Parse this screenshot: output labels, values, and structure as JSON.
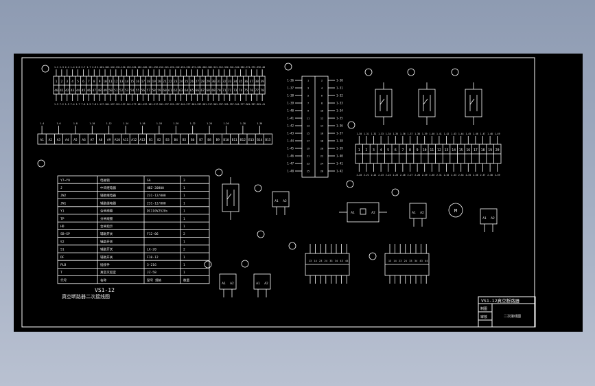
{
  "colors": {
    "background_top": "#8e9bb2",
    "background_bottom": "#b9c1d1",
    "sheet": "#000000",
    "line": "#ffffff"
  },
  "drawing": {
    "model": "VS1-12",
    "title": "真空断路器二次接线图"
  },
  "terminal_top": {
    "row1": [
      "1",
      "2",
      "3",
      "4",
      "5",
      "6",
      "7",
      "8",
      "9",
      "10",
      "11",
      "12",
      "13",
      "14",
      "15",
      "16",
      "17",
      "18",
      "19",
      "20",
      "21",
      "22",
      "23",
      "24",
      "25",
      "26",
      "27",
      "28",
      "29",
      "30",
      "31",
      "32",
      "33",
      "34",
      "35",
      "36",
      "37",
      "38",
      "39"
    ],
    "row2": [
      "40",
      "41",
      "42",
      "43",
      "44",
      "45",
      "46",
      "47",
      "48",
      "49",
      "50",
      "51",
      "52",
      "53",
      "54",
      "55",
      "56",
      "57",
      "58",
      "59",
      "60",
      "61",
      "62",
      "63",
      "64",
      "65",
      "66",
      "67",
      "68",
      "69",
      "70",
      "71",
      "72",
      "73",
      "74",
      "75",
      "76",
      "77",
      "78"
    ]
  },
  "terminal_mid": [
    "A1",
    "A2",
    "A3",
    "A4",
    "A5",
    "A6",
    "A7",
    "A8",
    "A9",
    "A10",
    "A11",
    "A12",
    "A13",
    "B1",
    "B2",
    "B3",
    "B4",
    "B5",
    "B6",
    "B7",
    "B8",
    "B9",
    "B10",
    "B11",
    "B12",
    "B13",
    "B14",
    "B15"
  ],
  "terminal_right": [
    "1",
    "2",
    "3",
    "4",
    "5",
    "6",
    "7",
    "8",
    "9",
    "10",
    "11",
    "12",
    "13",
    "14",
    "15",
    "16",
    "17",
    "18",
    "19",
    "20"
  ],
  "parts_table": [
    [
      "Y7~Y9",
      "电磁锁",
      "SA",
      "3"
    ],
    [
      "J",
      "中间继电器",
      "HBZ-20800",
      "1"
    ],
    [
      "JN2",
      "辅助继电器",
      "231-12/008",
      "1"
    ],
    [
      "JN1",
      "辅助继电器",
      "231-12/008",
      "1"
    ],
    [
      "Y1",
      "合闸线圈",
      "DC110V2520s",
      "1"
    ],
    [
      "TP",
      "分闸线圈",
      "",
      "1"
    ],
    [
      "HD",
      "合闸指示",
      "",
      "1"
    ],
    [
      "SB~SP",
      "辅助开关",
      "F12-06",
      "2"
    ],
    [
      "S2",
      "辅助开关",
      "",
      "1"
    ],
    [
      "S1",
      "辅助开关",
      "LX-20",
      "2"
    ],
    [
      "DF",
      "辅助开关",
      "F10-12",
      "1"
    ],
    [
      "PLB",
      "插接件",
      "3-216",
      "1"
    ],
    [
      "T",
      "真空灭弧室",
      "JZ-58",
      "1"
    ],
    [
      "代号",
      "名称",
      "型号 规格",
      "数量"
    ]
  ],
  "title_block": {
    "header": "VS1-12真空断路器",
    "row1": "制图",
    "row2": "审核",
    "drawing_name": "二次接线图"
  },
  "coil_labels": {
    "a1": "A1",
    "a2": "A2",
    "motor": "M"
  },
  "relay_block_left": [
    "1-36",
    "1-37",
    "1-38",
    "1-39",
    "1-40",
    "1-41",
    "1-42",
    "1-43",
    "1-44",
    "1-45",
    "1-46",
    "1-47",
    "1-48"
  ],
  "relay_block_right": [
    "1-30",
    "1-31",
    "1-32",
    "1-33",
    "1-34",
    "1-35",
    "1-36",
    "1-37",
    "1-38",
    "1-39",
    "1-40",
    "1-41",
    "1-42"
  ],
  "contact_block_labels": [
    "13",
    "14",
    "23",
    "24",
    "33",
    "34",
    "43",
    "44"
  ]
}
